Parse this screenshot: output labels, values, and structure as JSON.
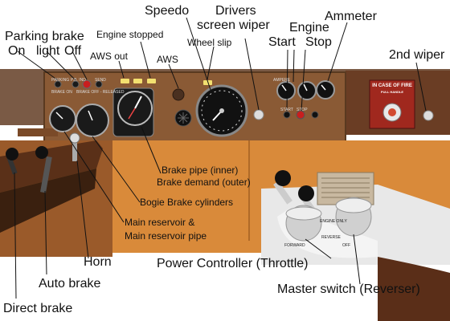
{
  "labels": {
    "parking_brake": "Parking brake",
    "parking_brake_on": "On",
    "light": "light",
    "off": "Off",
    "engine_stopped": "Engine stopped",
    "speedo": "Speedo",
    "drivers_screen_wiper_1": "Drivers",
    "drivers_screen_wiper_2": "screen wiper",
    "engine": "Engine",
    "start": "Start",
    "stop": "Stop",
    "ammeter": "Ammeter",
    "aws_out": "AWS out",
    "aws": "AWS",
    "wheel_slip": "Wheel slip",
    "second_wiper": "2nd wiper",
    "brake_pipe": "Brake pipe (inner)",
    "brake_demand": "Brake demand (outer)",
    "bogie_brake_cylinders": "Bogie Brake cylinders",
    "main_reservoir_1": "Main reservoir &",
    "main_reservoir_2": "Main reservoir pipe",
    "horn": "Horn",
    "power_controller": "Power Controller (Throttle)",
    "auto_brake": "Auto brake",
    "master_switch": "Master switch (Reverser)",
    "direct_brake": "Direct brake"
  },
  "panel_text": {
    "fire_1": "IN CASE OF FIRE",
    "fire_2": "PULL HANDLE",
    "parking": "PARKING",
    "brake_on": "BRAKE ON",
    "pb_ind": "P.B. IND",
    "send": "SEND",
    "brake_off": "BRAKE OFF - RELEASED",
    "ampere": "AMPERE",
    "start": "START",
    "stop": "STOP",
    "engine_only": "ENGINE ONLY",
    "reverse": "REVERSE",
    "off": "OFF",
    "forward": "FORWARD"
  },
  "colors": {
    "panel_wood": "#8a5a35",
    "console_orange": "#d98a3a",
    "gauge_face": "#1a1a1a",
    "lamp_yellow": "#f3e070",
    "lamp_red": "#c81e1e"
  }
}
